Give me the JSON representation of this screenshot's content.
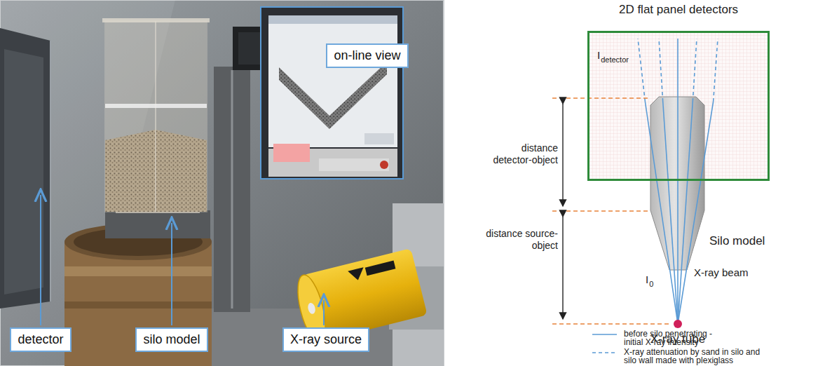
{
  "diagram": {
    "nodes": [
      {
        "text": [
          "on-line view"
        ]
      },
      {
        "text": [
          "detector"
        ]
      },
      {
        "text": [
          "silo model"
        ]
      },
      {
        "text": [
          "X-ray source"
        ]
      },
      {
        "text": [
          "2D flat panel detectors"
        ]
      }
    ],
    "labels": [
      "I",
      "detector",
      "distance detector-object",
      "distance source-object",
      "Silo model",
      "I",
      "0",
      "X-ray beam",
      "X-ray tube"
    ],
    "legend": [
      {
        "text": "before silo penetrating - initial X-ray intensity"
      },
      {
        "text": "X-ray attenuation by sand in silo and silo wall made with plexiglass"
      }
    ]
  }
}
